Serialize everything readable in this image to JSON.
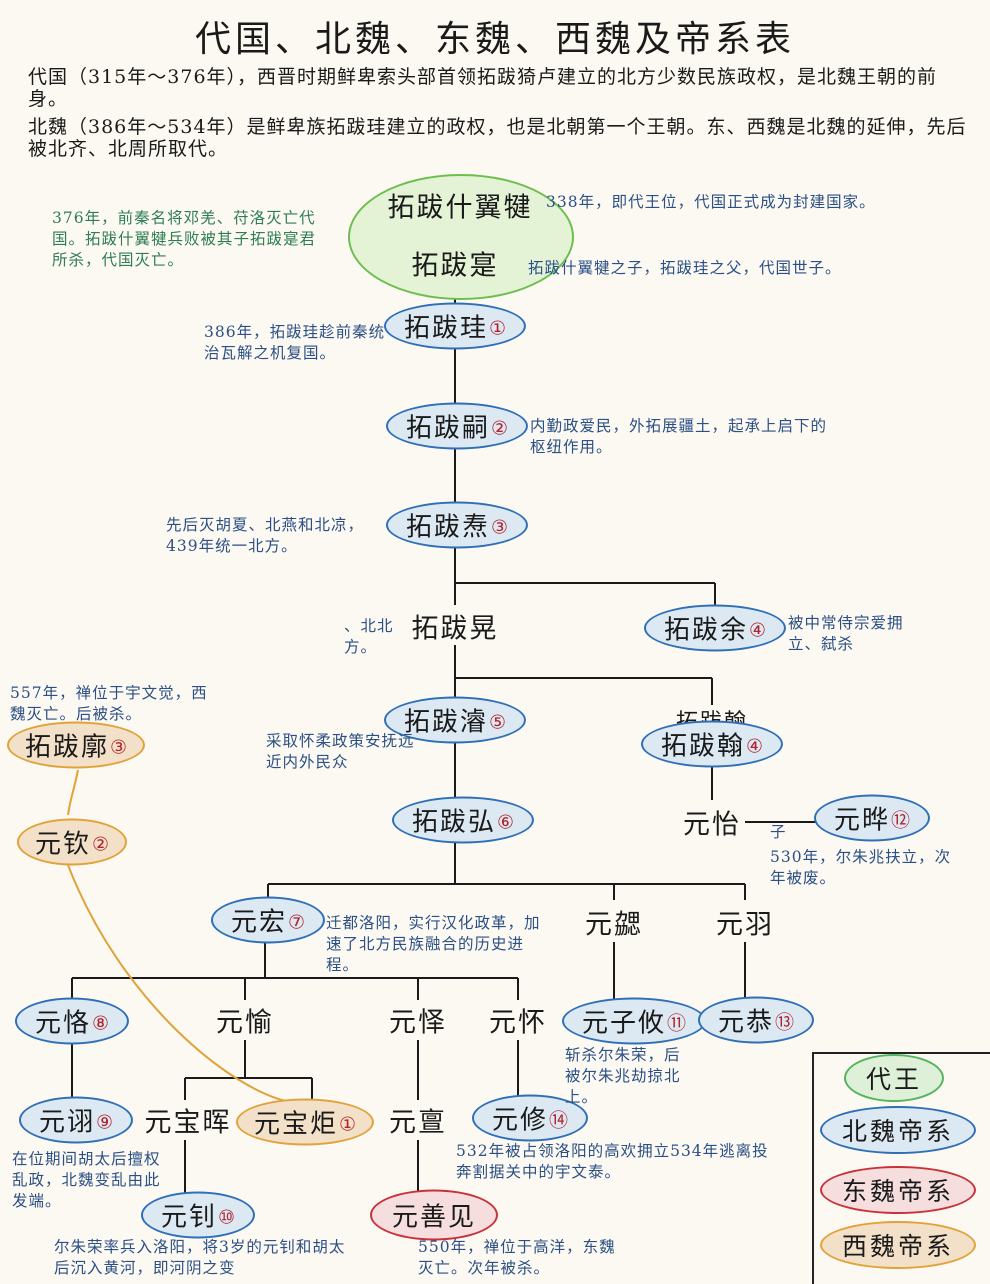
{
  "title": "代国、北魏、东魏、西魏及帝系表",
  "intro": {
    "line1": "代国（315年～376年），西晋时期鲜卑索头部首领拓跋猗卢建立的北方少数民族政权，是北魏王朝的前身。",
    "line2": "北魏（386年～534年）是鲜卑族拓跋珪建立的政权，也是北朝第一个王朝。东、西魏是北魏的延伸，先后被北齐、北周所取代。"
  },
  "nodes": {
    "shiyijian": "拓跋什翼犍",
    "shi": "拓跋寔",
    "gui": {
      "name": "拓跋珪",
      "num": "①"
    },
    "si": {
      "name": "拓跋嗣",
      "num": "②"
    },
    "tao": {
      "name": "拓跋焘",
      "num": "③"
    },
    "huang": "拓跋晃",
    "yu": {
      "name": "拓跋余",
      "num": "④"
    },
    "jun": {
      "name": "拓跋濬",
      "num": "⑤"
    },
    "han_top": "拓跋翰",
    "han": {
      "name": "拓跋翰",
      "num": "④"
    },
    "hong6": {
      "name": "拓跋弘",
      "num": "⑥"
    },
    "yi": "元怡",
    "ye": {
      "name": "元晔",
      "num": "⑫"
    },
    "hong7": {
      "name": "元宏",
      "num": "⑦"
    },
    "xie": "元勰",
    "yu_yu": "元羽",
    "ke": {
      "name": "元恪",
      "num": "⑧"
    },
    "yu2": "元愉",
    "yi2": "元怿",
    "huai": "元怀",
    "ziyou": {
      "name": "元子攸",
      "num": "⑪"
    },
    "gong": {
      "name": "元恭",
      "num": "⑬"
    },
    "xu": {
      "name": "元诩",
      "num": "⑨"
    },
    "baohui": "元宝晖",
    "baoju": {
      "name": "元宝炬",
      "num": "①"
    },
    "dan": "元亶",
    "xiu": {
      "name": "元修",
      "num": "⑭"
    },
    "zhao": {
      "name": "元钊",
      "num": "⑩"
    },
    "shanjian": "元善见",
    "kuo": {
      "name": "拓跋廓",
      "num": "③"
    },
    "qin": {
      "name": "元钦",
      "num": "②"
    }
  },
  "notes": {
    "n376": "376年，前秦名将邓羌、苻洛灭亡代国。拓跋什翼犍兵败被其子拓跋寔君所杀，代国灭亡。",
    "n338": "338年，即代王位，代国正式成为封建国家。",
    "nshi": "拓跋什翼犍之子，拓跋珪之父，代国世子。",
    "n386": "386年，拓跋珪趁前秦统治瓦解之机复国。",
    "nsi": "内勤政爱民，外拓展疆土，起承上启下的枢纽作用。",
    "ntao": "先后灭胡夏、北燕和北凉，439年统一北方。",
    "nhuang": "、北北方。",
    "nyu": "被中常侍宗爱拥立、弑杀",
    "n557": "557年，禅位于宇文觉，西魏灭亡。后被杀。",
    "njun": "采取怀柔政策安抚远近内外民众",
    "nzi": "子",
    "n530": "530年，尔朱兆扶立，次年被废。",
    "nhong7": "迁都洛阳，实行汉化政革，加速了北方民族融合的历史进程。",
    "nziyou": "斩杀尔朱荣，后被尔朱兆劫掠北上。",
    "nxu": "在位期间胡太后擅权乱政，北魏变乱由此发端。",
    "n532": "532年被占领洛阳的高欢拥立534年逃离投奔割据关中的宇文泰。",
    "nzhao": "尔朱荣率兵入洛阳，将3岁的元钊和胡太后沉入黄河，即河阴之变",
    "n550": "550年，禅位于高洋，东魏灭亡。次年被杀。"
  },
  "legend": {
    "dai": "代王",
    "bw": "北魏帝系",
    "ew": "东魏帝系",
    "xw": "西魏帝系"
  },
  "colors": {
    "beiwei": "#2f6fb8",
    "dongwei": "#c8323a",
    "xiwei": "#e2a23a",
    "dai": "#6cbf4e",
    "note_text": "#2b4f86"
  }
}
